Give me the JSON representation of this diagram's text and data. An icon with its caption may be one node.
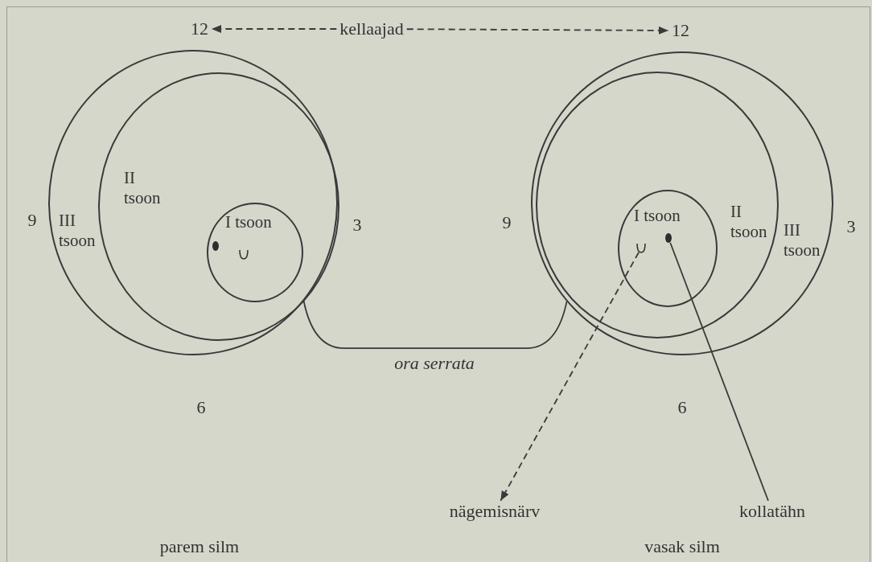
{
  "diagram": {
    "nodes": [
      {
        "text": [
          "III tsoon"
        ],
        "beside": [
          "9",
          "3",
          "6"
        ]
      },
      {
        "text": [
          "II tsoon"
        ],
        "in": 0
      },
      {
        "text": [
          "I tsoon"
        ],
        "in": 1
      },
      {
        "text": [],
        "shape": "dot",
        "in": 2
      },
      {
        "text": [],
        "shape": "arc",
        "in": 2
      },
      {
        "text": [
          "12"
        ]
      },
      {
        "text": [
          "kellaajad"
        ]
      },
      {
        "text": [
          "12"
        ]
      },
      {
        "text": [
          "III tsoon"
        ],
        "beside": [
          "9",
          "3",
          "6"
        ]
      },
      {
        "text": [
          "II tsoon"
        ],
        "in": 8
      },
      {
        "text": [
          "I tsoon"
        ],
        "in": 9
      },
      {
        "text": [],
        "shape": "arc",
        "in": 10
      },
      {
        "text": [],
        "shape": "dot",
        "in": 10
      },
      {
        "text": [
          "nägemisnärv"
        ]
      },
      {
        "text": [
          "kollatähn"
        ]
      }
    ],
    "edges": [
      {
        "from": 6,
        "to": 5,
        "arrow": "to",
        "style": "dashed"
      },
      {
        "from": 6,
        "to": 7,
        "arrow": "to",
        "style": "dashed"
      },
      {
        "from": 0,
        "to": 8,
        "arrow": "none",
        "label": "ora serrata"
      },
      {
        "from": 11,
        "to": 13,
        "arrow": "to",
        "style": "dashed"
      },
      {
        "from": 14,
        "to": 12,
        "arrow": "none"
      }
    ],
    "labels": [
      "parem silm",
      "vasak silm"
    ]
  }
}
